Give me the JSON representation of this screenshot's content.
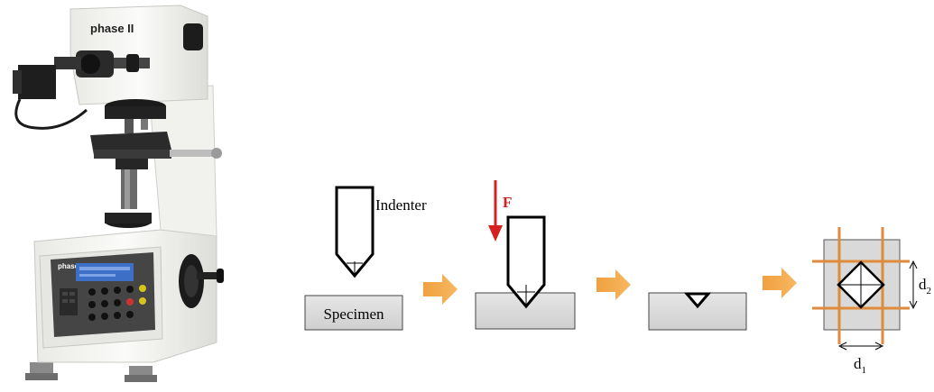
{
  "machine": {
    "brand_label": "phase II",
    "panel_brand_label": "phase II"
  },
  "diagram": {
    "indenter_label": "Indenter",
    "specimen_label": "Specimen",
    "force_label": "F",
    "diagonal_1_main": "d",
    "diagonal_1_sub": "1",
    "diagonal_2_main": "d",
    "diagonal_2_sub": "2"
  },
  "colors": {
    "arrow_orange": "#f5a13a",
    "force_red": "#d62020",
    "grid_line_orange": "#e08a3c",
    "specimen_fill": "#d9d9d9",
    "lcd_blue": "#3d6fc7"
  }
}
